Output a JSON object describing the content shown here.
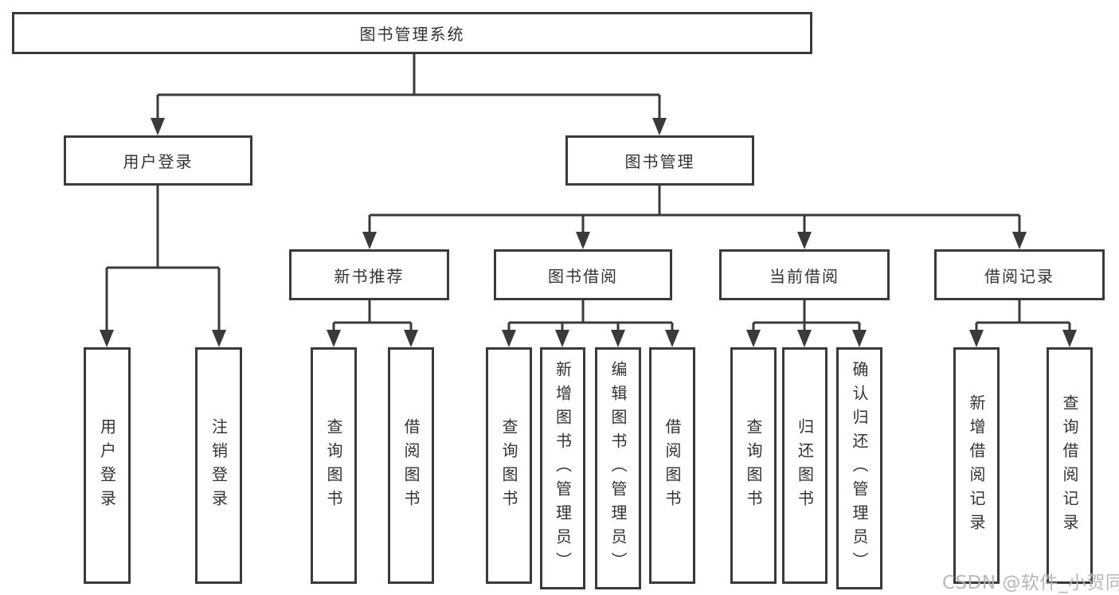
{
  "diagram": {
    "nodes": {
      "root": {
        "label": "图书管理系统"
      },
      "user_login": {
        "label": "用户登录"
      },
      "book_mgmt": {
        "label": "图书管理"
      },
      "new_book_rec": {
        "label": "新书推荐"
      },
      "book_borrow": {
        "label": "图书借阅"
      },
      "current_borrow": {
        "label": "当前借阅"
      },
      "borrow_records": {
        "label": "借阅记录"
      }
    },
    "leaves": [
      {
        "label": "用户登录"
      },
      {
        "label": "注销登录"
      },
      {
        "label": "查询图书"
      },
      {
        "label": "借阅图书"
      },
      {
        "label": "查询图书"
      },
      {
        "label": "新增图书（管理员）"
      },
      {
        "label": "编辑图书（管理员）"
      },
      {
        "label": "借阅图书"
      },
      {
        "label": "查询图书"
      },
      {
        "label": "归还图书"
      },
      {
        "label": "确认归还（管理员）"
      },
      {
        "label": "新增借阅记录"
      },
      {
        "label": "查询借阅记录"
      }
    ]
  },
  "watermark": {
    "text": "CSDN @软件_小贺同学"
  },
  "colors": {
    "line": "#3a3a3a",
    "border": "#3a3a3a",
    "text": "#333333",
    "watermark": "#b2b2b2",
    "background": "#ffffff"
  }
}
